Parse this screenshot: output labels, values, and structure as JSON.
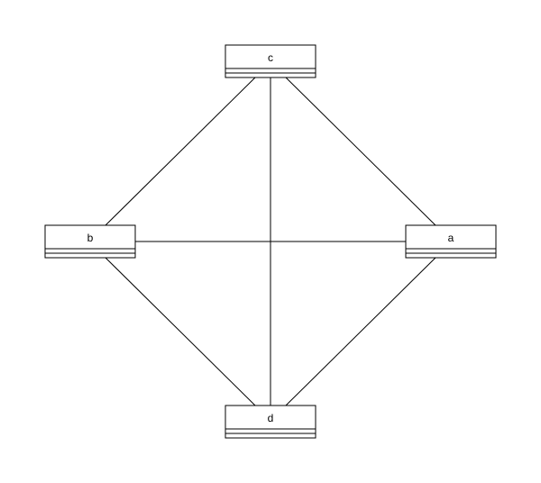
{
  "diagram": {
    "nodes": [
      {
        "id": "c",
        "label": "c"
      },
      {
        "id": "b",
        "label": "b"
      },
      {
        "id": "a",
        "label": "a"
      },
      {
        "id": "d",
        "label": "d"
      }
    ],
    "edges": [
      {
        "from": "c",
        "to": "b"
      },
      {
        "from": "c",
        "to": "a"
      },
      {
        "from": "c",
        "to": "d"
      },
      {
        "from": "b",
        "to": "a"
      },
      {
        "from": "b",
        "to": "d"
      },
      {
        "from": "a",
        "to": "d"
      }
    ],
    "colors": {
      "stroke": "#000000",
      "fill": "#ffffff",
      "background": "#ffffff"
    }
  }
}
